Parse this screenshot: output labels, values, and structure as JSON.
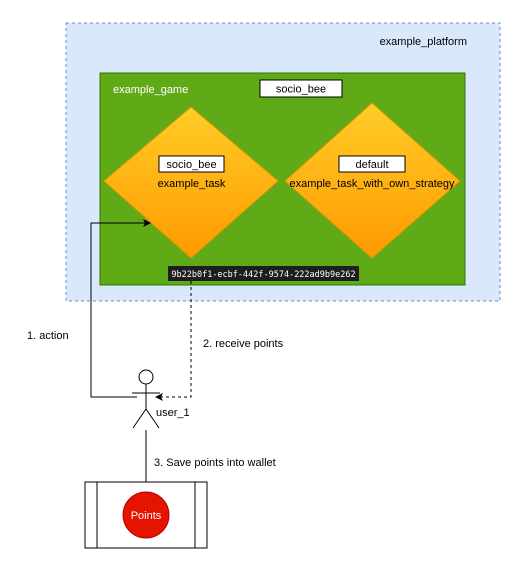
{
  "platform": {
    "label": "example_platform"
  },
  "game": {
    "label": "example_game",
    "strategy_tag": "socio_bee"
  },
  "tasks": [
    {
      "tag": "socio_bee",
      "name": "example_task"
    },
    {
      "tag": "default",
      "name": "example_task_with_own_strategy"
    }
  ],
  "id_tag": "9b22b0f1-ecbf-442f-9574-222ad9b9e262",
  "edges": {
    "action": "1. action",
    "receive": "2. receive points",
    "save": "3. Save points into wallet"
  },
  "user": {
    "label": "user_1"
  },
  "wallet": {
    "label": "Points"
  },
  "colors": {
    "platform_fill": "#dae8fc",
    "platform_stroke": "#6c8ebf",
    "game_fill": "#60a917",
    "game_stroke": "#2d7600",
    "diamond_fill_top": "#ffcd28",
    "diamond_fill_bottom": "#ff9900",
    "points_fill": "#e51400",
    "id_tag_bg": "#1e1e1e"
  }
}
